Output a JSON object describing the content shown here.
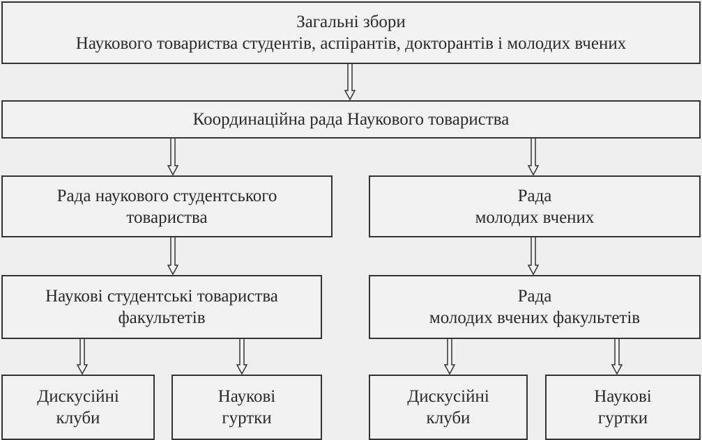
{
  "diagram": {
    "general_assembly": {
      "line1": "Загальні збори",
      "line2": "Наукового товариства студентів, аспірантів, докторантів і молодих вчених"
    },
    "coordination_council": {
      "label": "Координаційна рада Наукового товариства"
    },
    "student_society_council": {
      "line1": "Рада наукового студентського",
      "line2": "товариства"
    },
    "young_scientists_council": {
      "line1": "Рада",
      "line2": "молодих вчених"
    },
    "faculty_student_societies": {
      "line1": "Наукові студентські товариства",
      "line2": "факультетів"
    },
    "faculty_young_scientists_council": {
      "line1": "Рада",
      "line2": "молодих вчених факультетів"
    },
    "left_discussion_clubs": {
      "line1": "Дискусійні",
      "line2": "клуби"
    },
    "left_science_circles": {
      "line1": "Наукові",
      "line2": "гуртки"
    },
    "right_discussion_clubs": {
      "line1": "Дискусійні",
      "line2": "клуби"
    },
    "right_science_circles": {
      "line1": "Наукові",
      "line2": "гуртки"
    }
  }
}
